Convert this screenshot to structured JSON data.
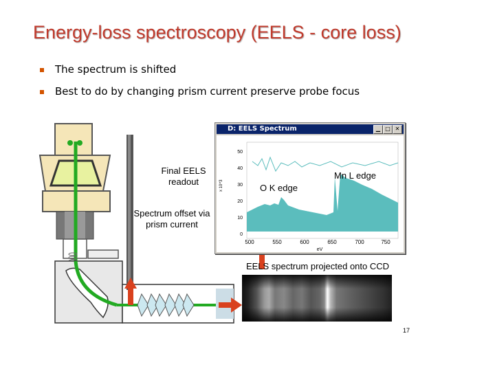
{
  "slide": {
    "title": "Energy-loss spectroscopy (EELS - core loss)",
    "bullets": [
      "The spectrum is shifted",
      "Best to do by changing prism current preserve probe focus"
    ],
    "page_number": "17"
  },
  "diagram": {
    "label_final_readout": "Final EELS readout",
    "label_offset": "Spectrum offset via prism current",
    "label_ccd": "EELS spectrum projected onto CCD"
  },
  "spectrum_window": {
    "title": "D: EELS Spectrum",
    "y_axis_label": "x 10^3",
    "x_axis_label": "eV",
    "y_ticks": [
      "50",
      "40",
      "30",
      "20",
      "10",
      "0"
    ],
    "x_ticks": [
      "500",
      "550",
      "600",
      "650",
      "700",
      "750"
    ],
    "annotation_o": "O K edge",
    "annotation_mn": "Mn L edge"
  },
  "colors": {
    "title": "#c0392b",
    "bullet": "#d35400",
    "beam": "#22aa22",
    "arrow": "#d9411e",
    "spectrum_fill": "#5bbdbd"
  }
}
